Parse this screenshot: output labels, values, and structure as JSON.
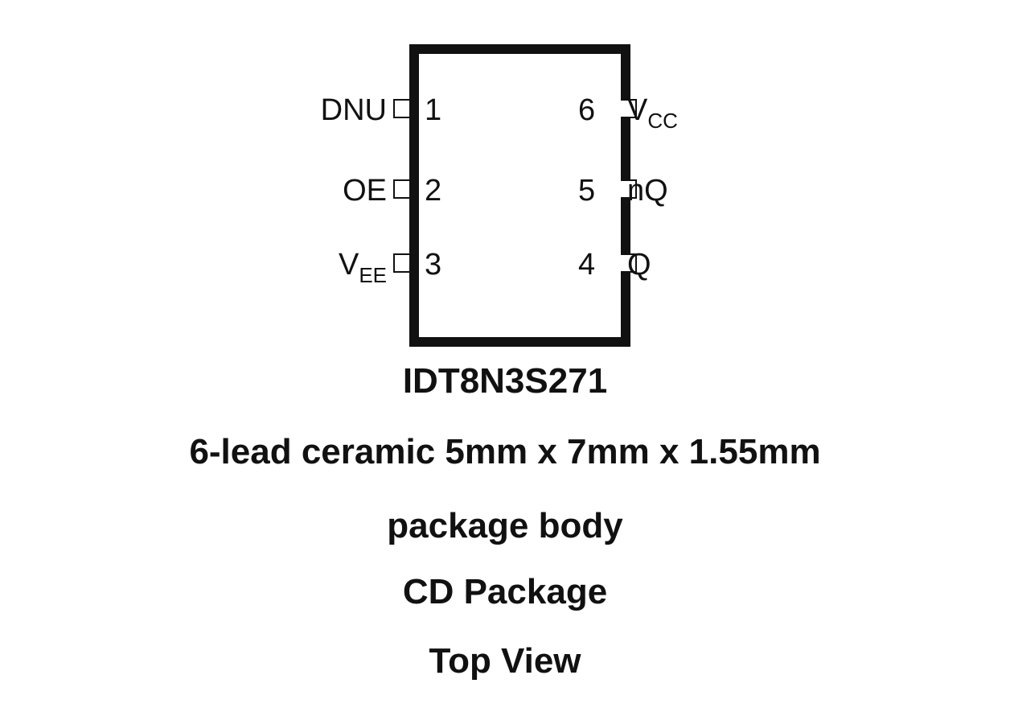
{
  "diagram": {
    "pins_left": [
      {
        "number": "1",
        "name": "DNU",
        "name_sub": ""
      },
      {
        "number": "2",
        "name": "OE",
        "name_sub": ""
      },
      {
        "number": "3",
        "name": "V",
        "name_sub": "EE"
      }
    ],
    "pins_right": [
      {
        "number": "6",
        "name": "V",
        "name_sub": "CC"
      },
      {
        "number": "5",
        "name": "nQ",
        "name_sub": ""
      },
      {
        "number": "4",
        "name": "Q",
        "name_sub": ""
      }
    ],
    "part_number": "IDT8N3S271",
    "package_lines": [
      "6-lead ceramic 5mm x 7mm x 1.55mm",
      "package body",
      "CD Package",
      "Top View"
    ]
  }
}
